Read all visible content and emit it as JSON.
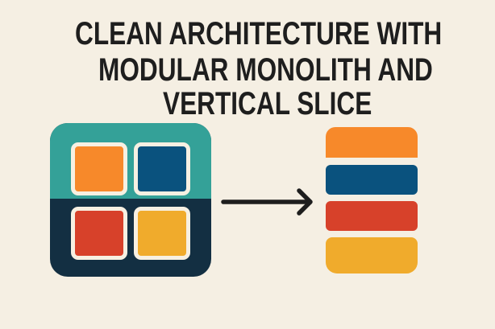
{
  "title": {
    "lines": [
      "CLEAN ARCHITECTURE WITH",
      "MODULAR MONOLITH AND",
      "VERTICAL SLICE"
    ]
  },
  "diagram": {
    "left": {
      "name": "modular-monolith",
      "top_color": "#34A198",
      "bottom_color": "#132F42",
      "modules": [
        {
          "position": "top-left",
          "color": "#F7892A"
        },
        {
          "position": "top-right",
          "color": "#0A527E"
        },
        {
          "position": "bottom-left",
          "color": "#D7412A"
        },
        {
          "position": "bottom-right",
          "color": "#F0AB2C"
        }
      ]
    },
    "connector": {
      "icon": "arrow-right-icon",
      "color": "#1E1E1E"
    },
    "right": {
      "name": "vertical-slices",
      "slices": [
        {
          "color": "#F7892A"
        },
        {
          "color": "#0A527E"
        },
        {
          "color": "#D7412A"
        },
        {
          "color": "#F0AB2C"
        }
      ]
    }
  },
  "colors": {
    "background": "#F5EFE3",
    "text": "#1E1E1E",
    "module_border": "#F7F0E2"
  }
}
